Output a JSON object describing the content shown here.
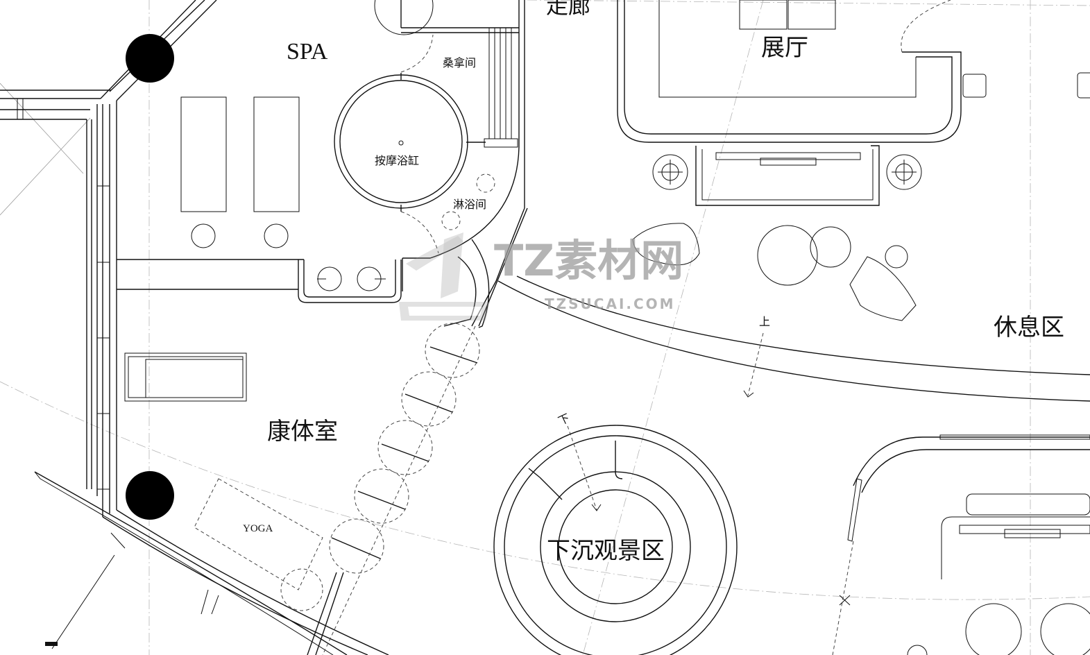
{
  "rooms": {
    "spa": "SPA",
    "sauna": "桑拿间",
    "massage_tub": "按摩浴缸",
    "shower": "淋浴间",
    "corridor": "走廊",
    "exhibition_hall": "展厅",
    "lounge": "休息区",
    "fitness": "康体室",
    "yoga": "YOGA",
    "sunken_view": "下沉观景区"
  },
  "stair_marks": {
    "up": "上",
    "down": "下"
  },
  "watermark": {
    "title": "TZ素材网",
    "url": "TZSUCAI.COM"
  }
}
